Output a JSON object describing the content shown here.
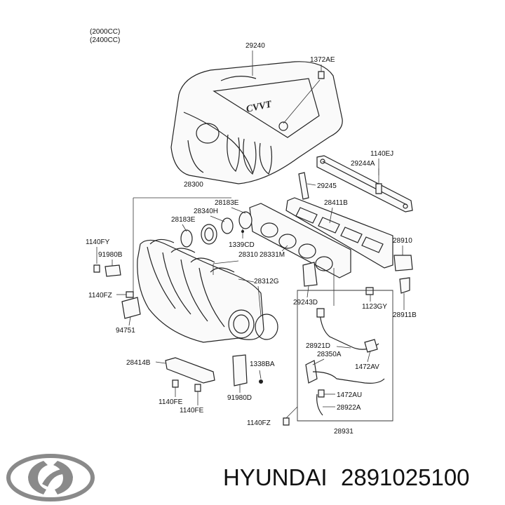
{
  "engine_notes": [
    "(2000CC)",
    "(2400CC)"
  ],
  "cover_text": "CVVT",
  "labels": {
    "p29240": "29240",
    "p1372AE": "1372AE",
    "p1140EJ": "1140EJ",
    "p29244A": "29244A",
    "p29245": "29245",
    "p28300": "28300",
    "p28411B": "28411B",
    "p28183E_a": "28183E",
    "p28340H": "28340H",
    "p28183E_b": "28183E",
    "p1140FY": "1140FY",
    "p91980B": "91980B",
    "p1339CD": "1339CD",
    "p28310": "28310",
    "p28331M": "28331M",
    "p28910": "28910",
    "p28312G": "28312G",
    "p1140FZ_a": "1140FZ",
    "p29243D": "29243D",
    "p1123GY": "1123GY",
    "p28911B": "28911B",
    "p94751": "94751",
    "p28921D": "28921D",
    "p28350A": "28350A",
    "p1472AV": "1472AV",
    "p28414B": "28414B",
    "p1338BA": "1338BA",
    "p1472AU": "1472AU",
    "p1140FE_a": "1140FE",
    "p91980D": "91980D",
    "p28922A": "28922A",
    "p1140FE_b": "1140FE",
    "p1140FZ_b": "1140FZ",
    "p28931": "28931"
  },
  "footer": {
    "brand": "HYUNDAI",
    "part_number": "2891025100",
    "logo_icon": "hyundai-logo-icon"
  }
}
